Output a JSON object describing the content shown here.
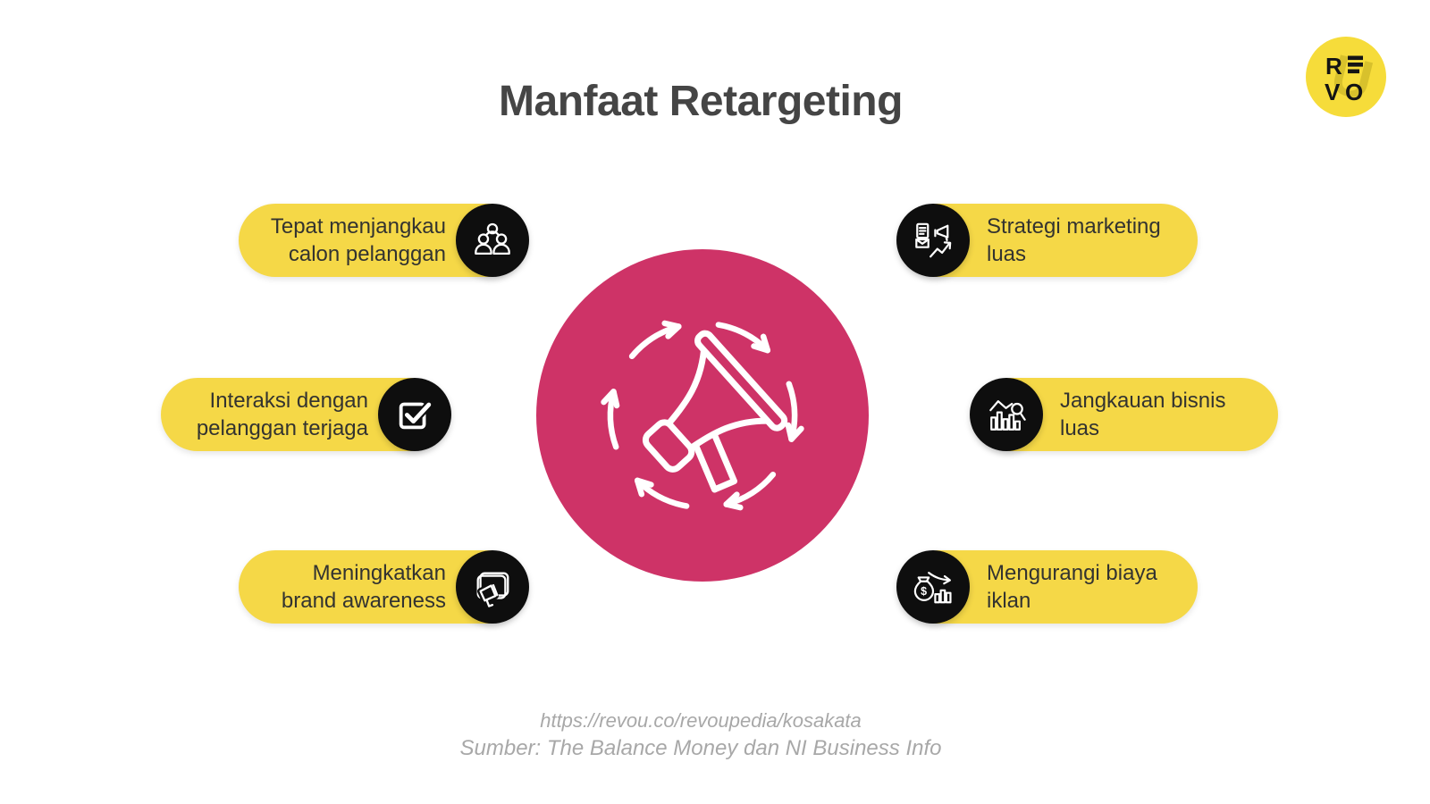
{
  "title": "Manfaat Retargeting",
  "logo": {
    "r": "R",
    "v": "V",
    "o": "O",
    "watermark": "U"
  },
  "center": {
    "icon": "megaphone-cycle-icon",
    "circle_color": "#CE3367"
  },
  "benefits": [
    {
      "label": "Tepat menjangkau\ncalon pelanggan",
      "icon": "people-group-icon",
      "side": "left"
    },
    {
      "label": "Interaksi dengan\npelanggan terjaga",
      "icon": "checkbox-icon",
      "side": "left"
    },
    {
      "label": "Meningkatkan\nbrand awareness",
      "icon": "brand-awareness-icon",
      "side": "left"
    },
    {
      "label": "Strategi marketing\nluas",
      "icon": "marketing-strategy-icon",
      "side": "right"
    },
    {
      "label": "Jangkauan bisnis\nluas",
      "icon": "business-reach-icon",
      "side": "right"
    },
    {
      "label": "Mengurangi biaya\niklan",
      "icon": "reduce-cost-icon",
      "side": "right"
    }
  ],
  "footer": {
    "url": "https://revou.co/revoupedia/kosakata",
    "source": "Sumber: The Balance Money dan NI Business Info"
  },
  "colors": {
    "pill_yellow": "#F5D847",
    "center_pink": "#CE3367",
    "icon_black": "#0E0E0E",
    "title_gray": "#454545",
    "footer_gray": "#A8A8A8"
  }
}
